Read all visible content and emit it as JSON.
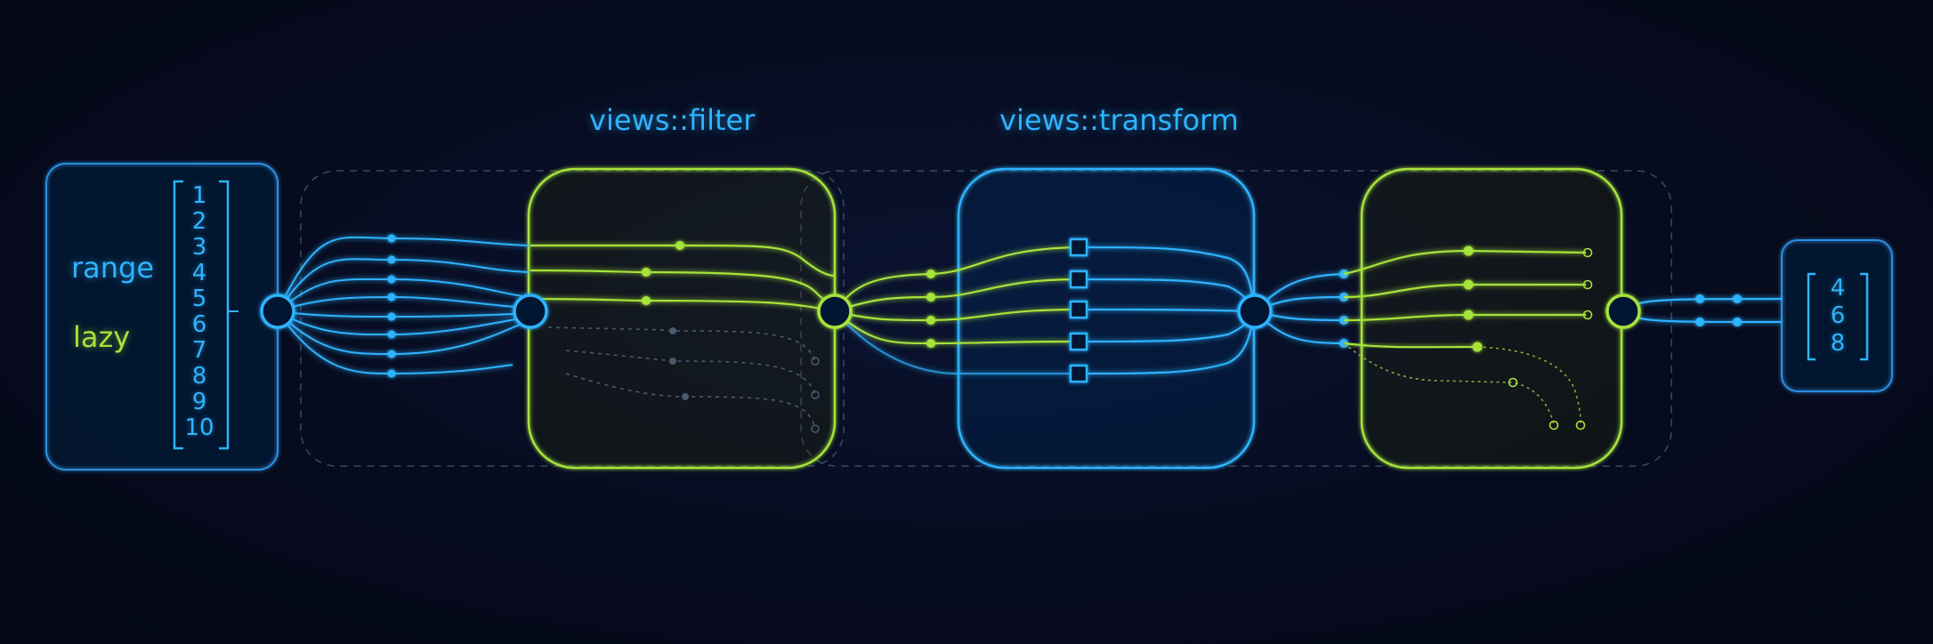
{
  "stages": {
    "filter_title": "views::filter",
    "transform_title": "views::transform"
  },
  "source": {
    "range_label": "range",
    "lazy_label": "lazy",
    "values": [
      "1",
      "2",
      "3",
      "4",
      "5",
      "6",
      "7",
      "8",
      "9",
      "10"
    ]
  },
  "output": {
    "values": [
      "4",
      "6",
      "8"
    ]
  },
  "colors": {
    "blue": "#2fb3ff",
    "green": "#a6e33a",
    "dim": "#4a5a6e",
    "background": "#060b1d"
  }
}
